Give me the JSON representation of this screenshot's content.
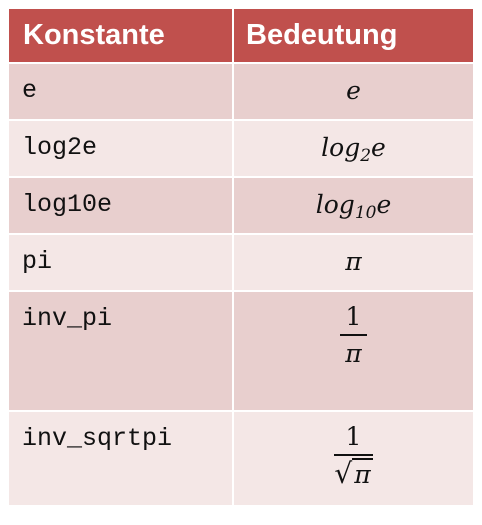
{
  "table": {
    "headers": {
      "constant": "Konstante",
      "meaning": "Bedeutung"
    },
    "rows": [
      {
        "name": "e",
        "meaning": "e"
      },
      {
        "name": "log2e",
        "meaning_base": "log",
        "meaning_sub": "2",
        "meaning_arg": "e"
      },
      {
        "name": "log10e",
        "meaning_base": "log",
        "meaning_sub": "10",
        "meaning_arg": "e"
      },
      {
        "name": "pi",
        "meaning": "π"
      },
      {
        "name": "inv_pi",
        "numerator": "1",
        "denominator": "π"
      },
      {
        "name": "inv_sqrtpi",
        "numerator": "1",
        "sqrt_symbol": "√",
        "radicand": "π"
      }
    ]
  },
  "colors": {
    "header": "#c0504d",
    "row_dark": "#e8cfce",
    "row_light": "#f4e7e6"
  }
}
